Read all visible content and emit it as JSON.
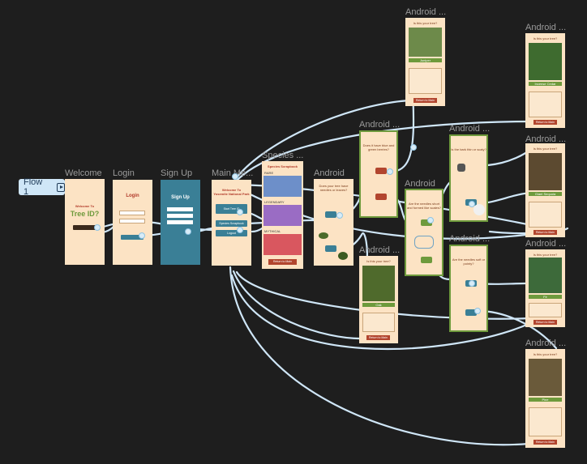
{
  "flow": {
    "label": "Flow 1",
    "play_icon": "play-icon"
  },
  "frames": {
    "welcome": {
      "label": "Welcome",
      "title1": "Welcome To",
      "title2": "Tree ID?"
    },
    "login": {
      "label": "Login",
      "title": "Login"
    },
    "signup": {
      "label": "Sign Up",
      "title": "Sign Up"
    },
    "main": {
      "label": "Main Me...",
      "title1": "Welcome To",
      "title2": "Yosemite National Park",
      "btn_start": "Start Tree ID",
      "btn_species": "Species Scrapbook",
      "btn_logout": "Logout"
    },
    "species": {
      "label": "Species ...",
      "title": "Species Scrapbook",
      "sec1": "RARE",
      "sec2": "LEGENDARY",
      "sec3": "MYTHICAL",
      "back": "Return to Main"
    },
    "q1": {
      "label": "Android",
      "question": "Does your tree have needles or leaves?"
    },
    "q2": {
      "label": "Android ...",
      "question": "Does it have blue and green berries?"
    },
    "q3": {
      "label": "Android",
      "question": "Are the needles short and formed like scales?"
    },
    "q4": {
      "label": "Android ...",
      "question": "Is the bark thin or scaly?"
    },
    "q5": {
      "label": "Android ...",
      "question": "Are the needles soft or pointy?"
    },
    "r_juniper": {
      "label": "Android ...",
      "question": "Is this your tree?",
      "name": "Juniper",
      "back": "Return to Main"
    },
    "r_redwood": {
      "label": "Android ...",
      "question": "Is this your tree?",
      "name": "Incense Cedar",
      "back": "Return to Main"
    },
    "r_sequoia": {
      "label": "Android ...",
      "question": "Is this your tree?",
      "name": "Giant Sequoia",
      "back": "Return to Main"
    },
    "r_oak": {
      "label": "Android ...",
      "question": "Is this your tree?",
      "name": "Oak",
      "back": "Return to Main"
    },
    "r_fir": {
      "label": "Android ...",
      "question": "Is this your tree?",
      "name": "Fir",
      "back": "Return to Main"
    },
    "r_pine": {
      "label": "Android ...",
      "question": "Is this your tree?",
      "name": "Pine",
      "back": "Return to Main"
    }
  },
  "colors": {
    "canvas": "#1e1e1e",
    "wire": "#cfe6f7",
    "peach": "#fce3c4",
    "teal": "#3a7f96",
    "green": "#6e9a3c",
    "red": "#b2452e"
  }
}
